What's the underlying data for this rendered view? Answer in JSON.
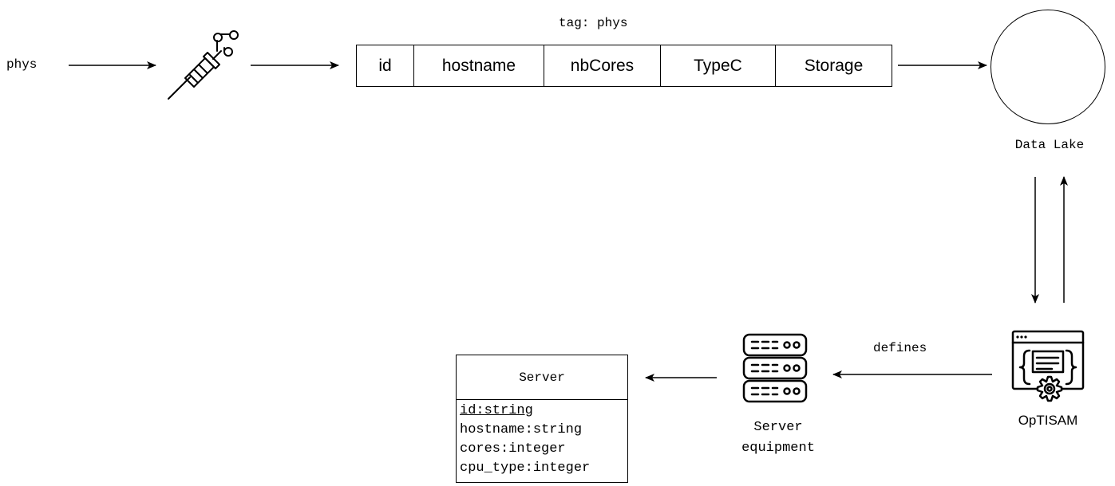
{
  "input": {
    "label": "phys"
  },
  "tag": {
    "label": "tag: phys"
  },
  "schema": {
    "fields": [
      "id",
      "hostname",
      "nbCores",
      "TypeC",
      "Storage"
    ]
  },
  "data_lake": {
    "label": "Data Lake"
  },
  "optisam": {
    "label": "OpTISAM"
  },
  "flow": {
    "defines_label": "defines"
  },
  "server_equipment": {
    "label": "Server\nequipment"
  },
  "uml_class": {
    "name": "Server",
    "attributes": [
      "id:string",
      "hostname:string",
      "cores:integer",
      "cpu_type:integer"
    ]
  },
  "icons": [
    "syringe-icon",
    "code-settings-icon",
    "server-rack-icon"
  ]
}
